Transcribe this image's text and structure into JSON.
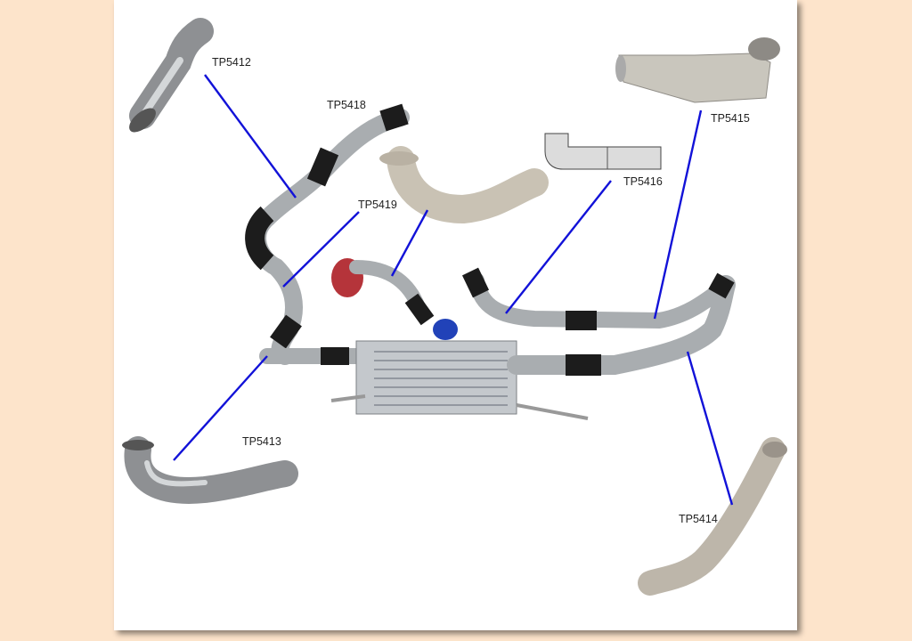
{
  "diagram": {
    "labels": {
      "tp5412": "TP5412",
      "tp5418": "TP5418",
      "tp5419": "TP5419",
      "tp5416": "TP5416",
      "tp5415": "TP5415",
      "tp5413": "TP5413",
      "tp5414": "TP5414"
    },
    "colors": {
      "background": "#fde4cb",
      "panel": "#ffffff",
      "leader_line": "#1212d8"
    }
  }
}
